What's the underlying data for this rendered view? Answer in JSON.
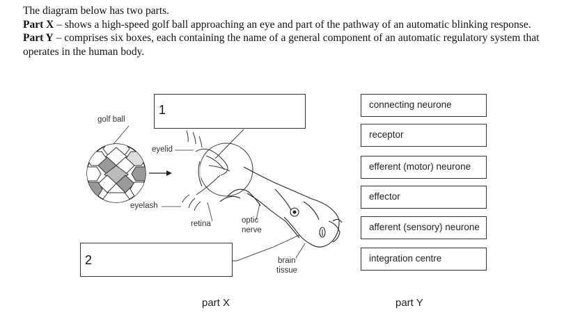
{
  "intro": {
    "line1": "The diagram below has two parts.",
    "partX_label": "Part X",
    "partX_text": " – shows a high-speed golf ball approaching an eye and part of the pathway of an automatic blinking response.",
    "partY_label": "Part Y",
    "partY_text": " – comprises six boxes, each containing the name of a general component of an automatic regulatory system that operates in the human body."
  },
  "part_x": {
    "box1_number": "1",
    "box2_number": "2",
    "labels": {
      "golf_ball": "golf ball",
      "eyelid": "eyelid",
      "eyelash": "eyelash",
      "retina": "retina",
      "optic_nerve_line1": "optic",
      "optic_nerve_line2": "nerve",
      "brain_tissue_line1": "brain",
      "brain_tissue_line2": "tissue"
    },
    "caption": "part X"
  },
  "part_y": {
    "boxes": [
      "connecting neurone",
      "receptor",
      "efferent (motor) neurone",
      "effector",
      "afferent (sensory) neurone",
      "integration centre"
    ],
    "caption": "part Y"
  }
}
